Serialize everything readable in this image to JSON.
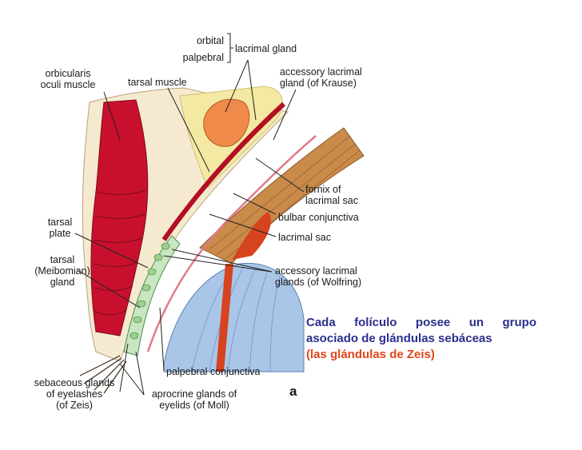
{
  "labels": {
    "orbital": "orbital",
    "palpebral": "palpebral",
    "lacrimal_gland": "lacrimal gland",
    "orbicularis_1": "orbicularis",
    "orbicularis_2": "oculi muscle",
    "tarsal_muscle": "tarsal muscle",
    "accessory_krause_1": "accessory lacrimal",
    "accessory_krause_2": "gland (of Krause)",
    "fornix_1": "fornix of",
    "fornix_2": "lacrimal sac",
    "bulbar_conjunctiva": "bulbar conjunctiva",
    "lacrimal_sac": "lacrimal sac",
    "tarsal_plate_1": "tarsal",
    "tarsal_plate_2": "plate",
    "meibomian_1": "tarsal",
    "meibomian_2": "(Meibomian)",
    "meibomian_3": "gland",
    "wolfring_1": "accessory lacrimal",
    "wolfring_2": "glands (of Wolfring)",
    "palpebral_conjunctiva": "palpebral conjunctiva",
    "zeis_1": "sebaceous glands",
    "zeis_2": "of eyelashes",
    "zeis_3": "(of Zeis)",
    "moll_1": "aprocrine glands of",
    "moll_2": "eyelids (of Moll)"
  },
  "panel_letter": "a",
  "caption": {
    "line1": "Cada folículo posee un grupo",
    "line2": "asociado de glándulas sebáceas",
    "line3": "(las glándulas de Zeis)"
  },
  "colors": {
    "muscle_red": "#c8102e",
    "skin": "#f4e7c8",
    "gland_orange": "#f08a4b",
    "tarsal_green": "#c8e6c0",
    "eyeball_blue": "#a9c6e8",
    "brown_band": "#c98a4a",
    "caption_blue": "#2b2f8c",
    "caption_orange": "#e0451a"
  }
}
